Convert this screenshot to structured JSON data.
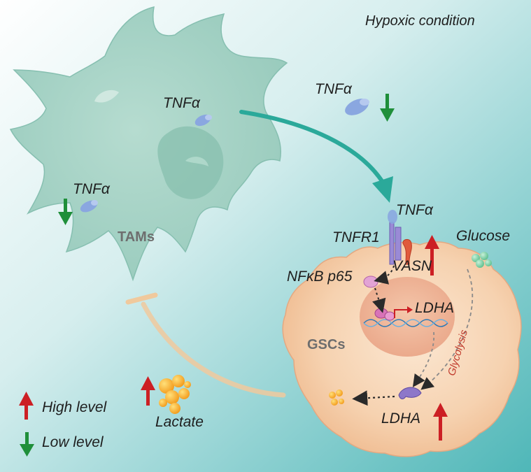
{
  "title": "Hypoxic condition",
  "labels": {
    "tnf_tam_upper": "TNFα",
    "tnf_tam_lower": "TNFα",
    "tnf_secreted": "TNFα",
    "tnf_receptor_bound": "TNFα",
    "tnfr1": "TNFR1",
    "glucose": "Glucose",
    "vasn": "VASN",
    "nfkb": "NFκB p65",
    "ldha_gene": "LDHA",
    "glycolysis": "Glycolysis",
    "gscs": "GSCs",
    "tams": "TAMs",
    "ldha_enzyme": "LDHA",
    "lactate": "Lactate"
  },
  "legend": {
    "high": "High level",
    "low": "Low level"
  },
  "colors": {
    "up_arrow": "#cc1f24",
    "down_arrow": "#1f8f3a",
    "teal_arrow": "#2ba99a",
    "glycolysis_text": "#c0392b"
  }
}
